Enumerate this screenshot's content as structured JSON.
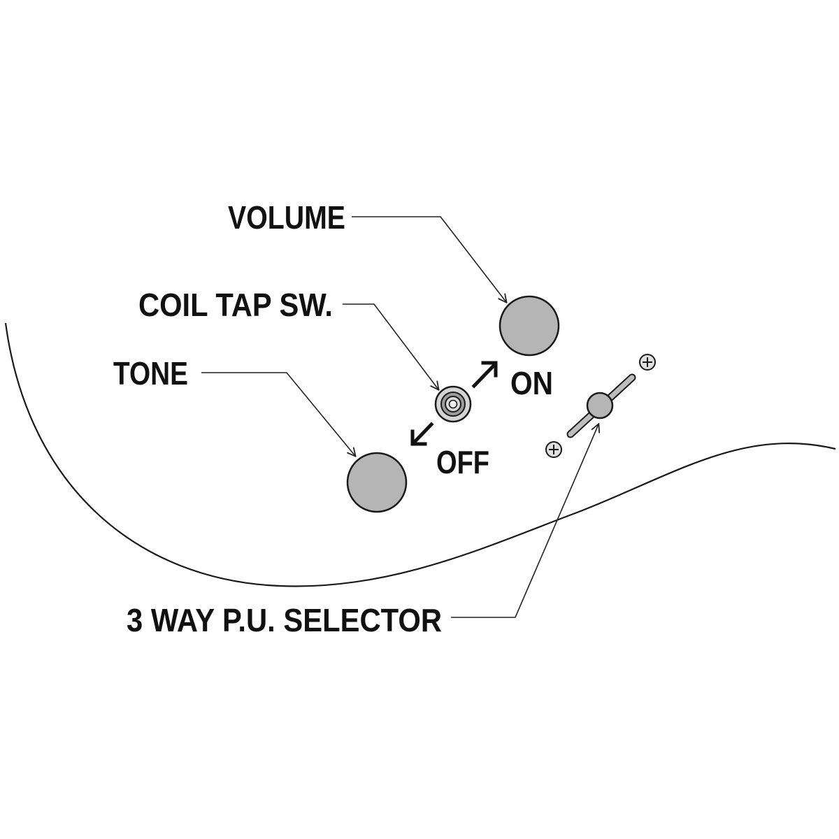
{
  "labels": {
    "volume": "VOLUME",
    "coil_tap": "COIL TAP SW.",
    "tone": "TONE",
    "on": "ON",
    "off": "OFF",
    "selector": "3 WAY P.U. SELECTOR"
  },
  "colors": {
    "knob_fill": "#b5b5b5",
    "line": "#1a1a1a",
    "background": "#ffffff"
  }
}
